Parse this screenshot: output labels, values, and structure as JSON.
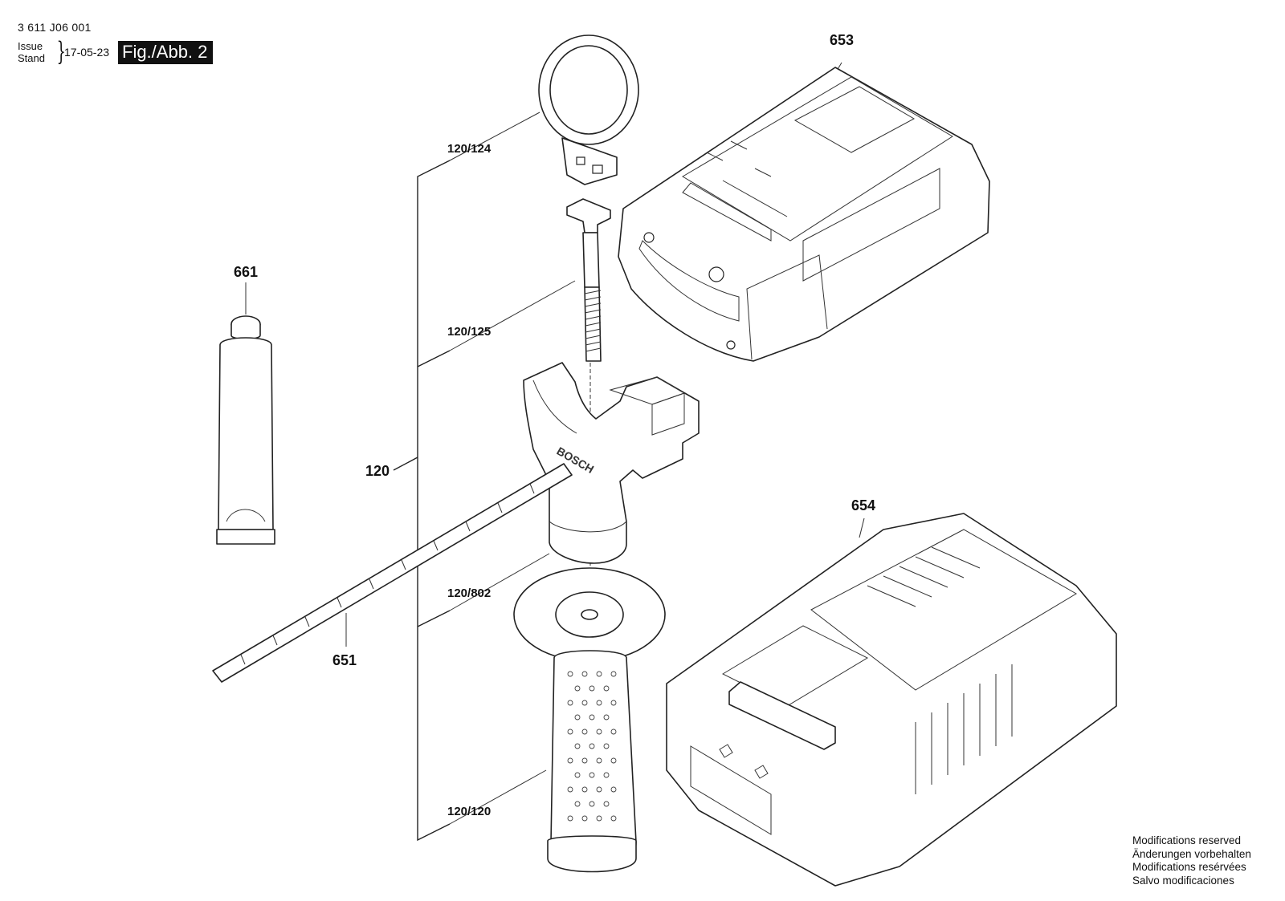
{
  "header": {
    "doc_number": "3 611 J06 001",
    "issue_label": "Issue",
    "stand_label": "Stand",
    "date": "17-05-23",
    "figure_label": "Fig./Abb. 2"
  },
  "callouts": {
    "c653": "653",
    "c661": "661",
    "c654": "654",
    "c651": "651",
    "c120": "120",
    "c120_124": "120/124",
    "c120_125": "120/125",
    "c120_802": "120/802",
    "c120_120": "120/120"
  },
  "footer_notes": [
    "Modifications reserved",
    "Änderungen vorbehalten",
    "Modifications resérvées",
    "Salvo modificaciones"
  ]
}
